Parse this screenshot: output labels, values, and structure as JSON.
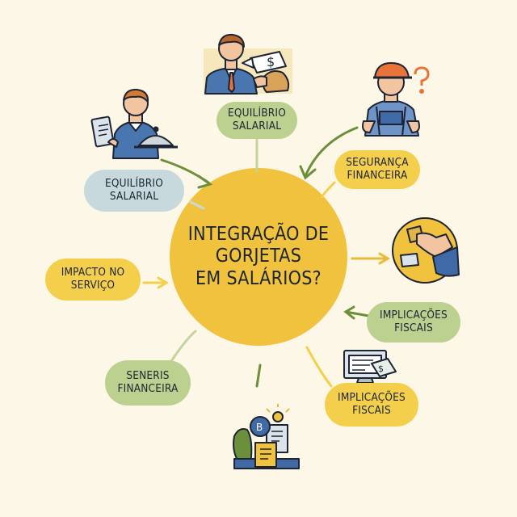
{
  "center": {
    "line1": "INTEGRAÇÃO DE",
    "line2": "GORJETAS",
    "line3": "EM SALÁRIOS?"
  },
  "nodes": {
    "top": {
      "line1": "EQUILÍBRIO",
      "line2": "SALARIAL",
      "color": "green"
    },
    "upper_left": {
      "line1": "EQUILÍBRIO",
      "line2": "SALARIAL",
      "color": "blue"
    },
    "upper_right": {
      "line1": "SEGURANÇA",
      "line2": "FINANCEIRA",
      "color": "yellow"
    },
    "left": {
      "line1": "IMPACTO NO",
      "line2": "SERVIÇO",
      "color": "yellow"
    },
    "right": {
      "line1": "IMPLICAÇÕES",
      "line2": "FISCAIS",
      "color": "green"
    },
    "lower_left": {
      "line1": "SENERIS",
      "line2": "FINANCEIRA",
      "color": "green"
    },
    "lower_right": {
      "line1": "IMPLICAÇÕES",
      "line2": "FISCAIS",
      "color": "yellow"
    }
  },
  "colors": {
    "background": "#fcf7e6",
    "center_circle": "#f0c23e",
    "green": "#bcd08f",
    "yellow": "#f3cf4c",
    "blue": "#c7d9dc",
    "arrow_green": "#6b8f3a",
    "arrow_yellow": "#e8b93a",
    "outline": "#1d2433"
  },
  "icons": [
    "businessman-with-check-icon",
    "waiter-with-tray-icon",
    "worker-with-question-mark-icon",
    "handshake-money-icon",
    "computer-tax-document-icon",
    "finance-documents-icon"
  ]
}
